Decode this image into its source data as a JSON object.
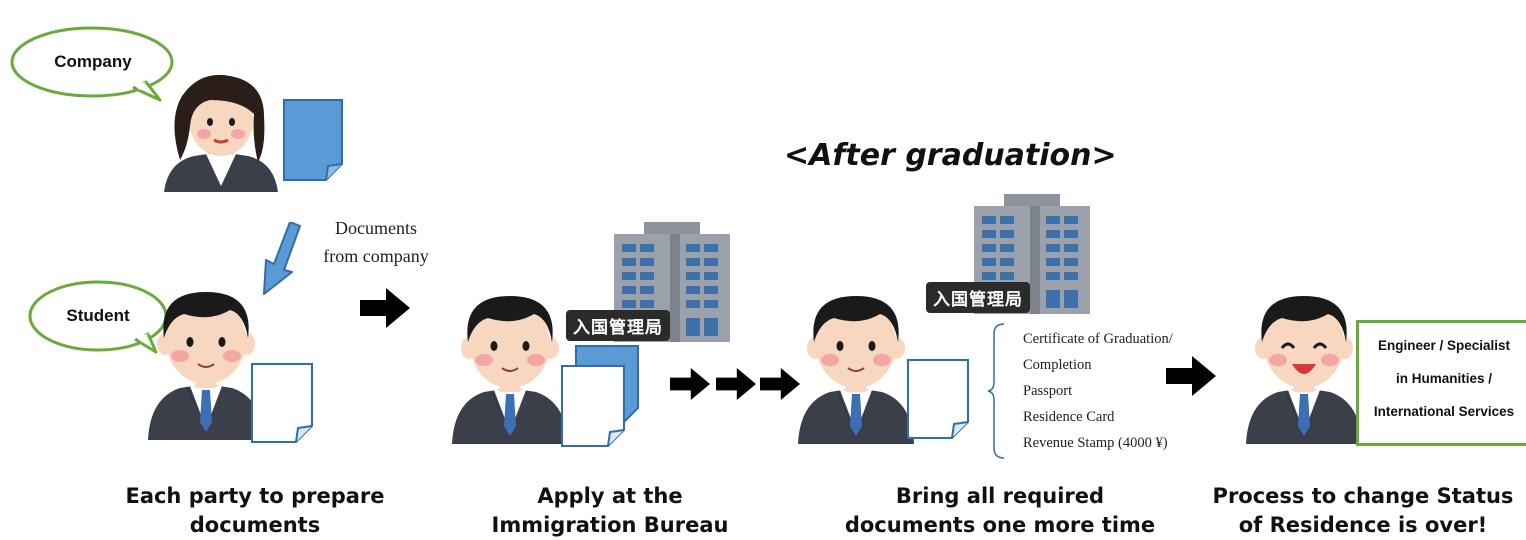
{
  "bubbles": {
    "company": "Company",
    "student": "Student"
  },
  "documents_from_company": [
    "Documents",
    "from company"
  ],
  "after_graduation": "<After graduation>",
  "bureau_label": "入国管理局",
  "required_docs": [
    "Certificate of Graduation/",
    "Completion",
    "Passport",
    "Residence Card",
    "Revenue Stamp (4000 ¥)"
  ],
  "result_status": [
    "Engineer / Specialist",
    "in Humanities /",
    "International Services"
  ],
  "captions": {
    "step1": [
      "Each party to prepare",
      "documents"
    ],
    "step2": [
      "Apply at the",
      "Immigration Bureau"
    ],
    "step3": [
      "Bring all required",
      "documents one more time"
    ],
    "step4": [
      "Process to change Status",
      "of Residence is over!"
    ]
  },
  "colors": {
    "bubble_border": "#6aaa3a",
    "document_fill": "#5b9bd5",
    "document_outline": "#2f6ea8",
    "arrow": "#000000",
    "result_border": "#6aaa3a"
  }
}
